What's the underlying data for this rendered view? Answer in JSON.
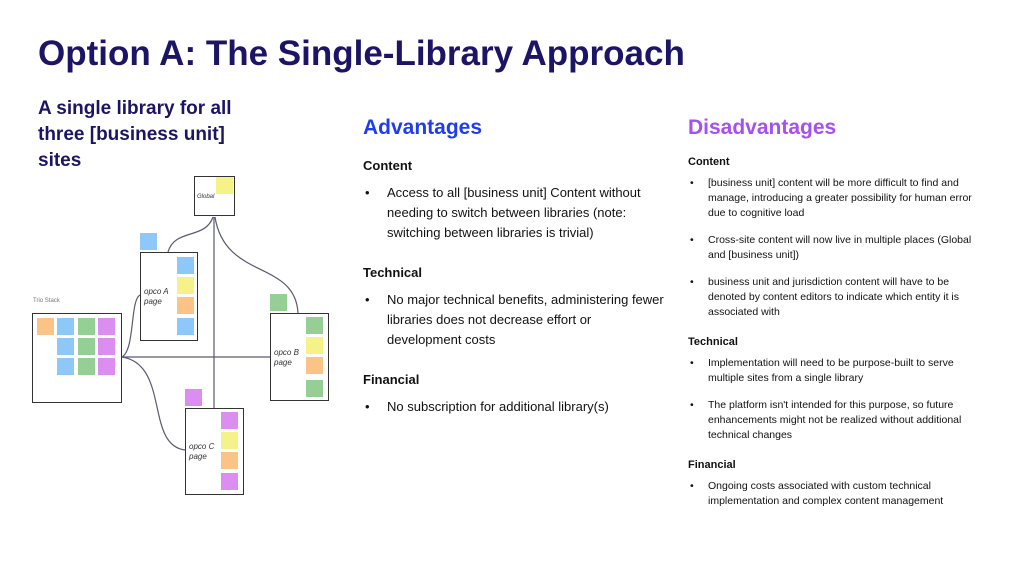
{
  "title": "Option A: The Single-Library Approach",
  "subtitle": "A single library for all three [business unit] sites",
  "diagram": {
    "global_label": "Global",
    "trio_label": "Trio Stack",
    "opco_a_label": "opco A page",
    "opco_b_label": "opco B page",
    "opco_c_label": "opco C page"
  },
  "advantages": {
    "heading": "Advantages",
    "sections": [
      {
        "title": "Content",
        "items": [
          "Access to all [business unit] Content without needing to switch between libraries (note: switching between libraries is trivial)"
        ]
      },
      {
        "title": "Technical",
        "items": [
          "No major technical benefits, administering fewer libraries does not decrease effort or development costs"
        ]
      },
      {
        "title": "Financial",
        "items": [
          "No subscription for additional library(s)"
        ]
      }
    ]
  },
  "disadvantages": {
    "heading": "Disadvantages",
    "sections": [
      {
        "title": "Content",
        "items": [
          "[business unit] content will be more difficult to find and manage, introducing a greater possibility for human error due to cognitive load",
          "Cross-site content will now live in multiple places (Global and [business unit])",
          "business unit and jurisdiction content will have to be denoted by content editors to indicate which entity it is associated with"
        ]
      },
      {
        "title": "Technical",
        "items": [
          "Implementation will need to be purpose-built to serve multiple sites from a single library",
          "The platform isn't intended for this purpose, so future enhancements might not be realized without additional technical changes"
        ]
      },
      {
        "title": "Financial",
        "items": [
          "Ongoing costs associated with custom technical implementation and complex content management"
        ]
      }
    ]
  },
  "bullet": "•",
  "colors": {
    "title": "#1c1464",
    "advantages": "#1f3cf0",
    "disadvantages": "#a64ff2"
  }
}
